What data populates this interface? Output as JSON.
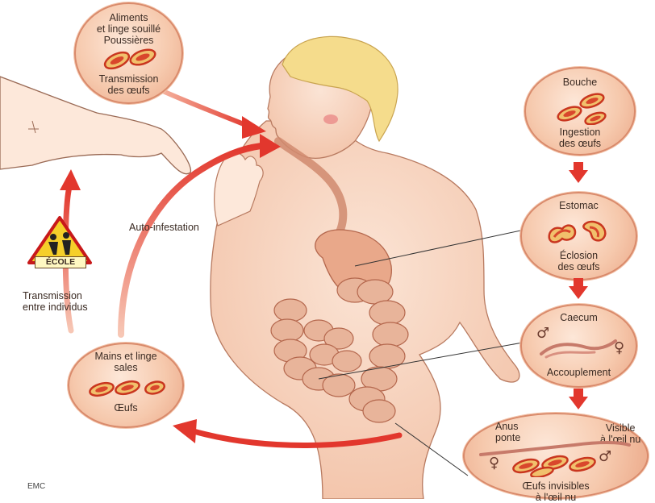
{
  "circles": {
    "aliments": {
      "title": "Aliments\net linge souillé\nPoussières",
      "caption": "Transmission\ndes œufs"
    },
    "bouche": {
      "title": "Bouche",
      "caption": "Ingestion\ndes œufs"
    },
    "estomac": {
      "title": "Estomac",
      "caption": "Éclosion\ndes œufs"
    },
    "caecum": {
      "title": "Caecum",
      "caption": "Accouplement"
    },
    "anus": {
      "title": "Anus\nponte",
      "right_label": "Visible\nà l'œil nu",
      "caption": "Œufs invisibles\nà l'œil nu"
    },
    "mains": {
      "title": "Mains et linge\nsales",
      "caption": "Œufs"
    }
  },
  "labels": {
    "auto_infestation": "Auto-infestation",
    "transmission_individus": "Transmission\nentre individus",
    "ecole": "ÉCOLE"
  },
  "symbols": {
    "male": "♂",
    "female": "♀"
  },
  "credit": "EMC",
  "colors": {
    "arrow": "#e2372d",
    "skin": "#f6d2bc",
    "circle_fill": "#f6c9ad",
    "egg": "#e8944e",
    "hair": "#f5dc8c"
  }
}
